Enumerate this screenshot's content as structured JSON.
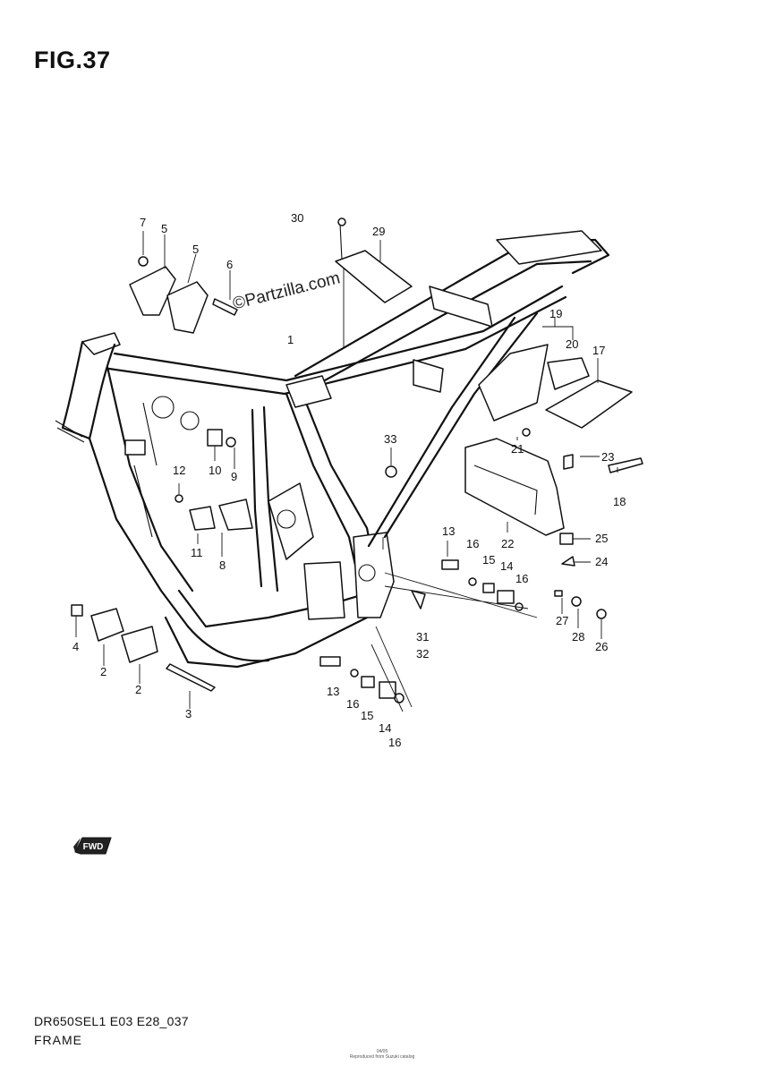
{
  "figure": {
    "title": "FIG.37",
    "model_code": "DR650SEL1 E03 E28_037",
    "name": "FRAME",
    "watermark": "©Partzilla.com",
    "fwd_label": "FWD",
    "fine_print_1": "04/05",
    "fine_print_2": "Reproduced from Suzuki catalog"
  },
  "callouts": [
    "1",
    "2",
    "2",
    "3",
    "4",
    "5",
    "5",
    "6",
    "7",
    "8",
    "9",
    "10",
    "11",
    "12",
    "13",
    "13",
    "14",
    "14",
    "15",
    "15",
    "16",
    "16",
    "16",
    "16",
    "17",
    "18",
    "19",
    "20",
    "21",
    "22",
    "23",
    "24",
    "25",
    "26",
    "27",
    "28",
    "29",
    "30",
    "31",
    "32",
    "33"
  ],
  "colors": {
    "ink": "#111111",
    "paper": "#ffffff"
  },
  "icons": {
    "fwd": "fwd-arrow-icon",
    "copyright": "copyright-icon"
  }
}
